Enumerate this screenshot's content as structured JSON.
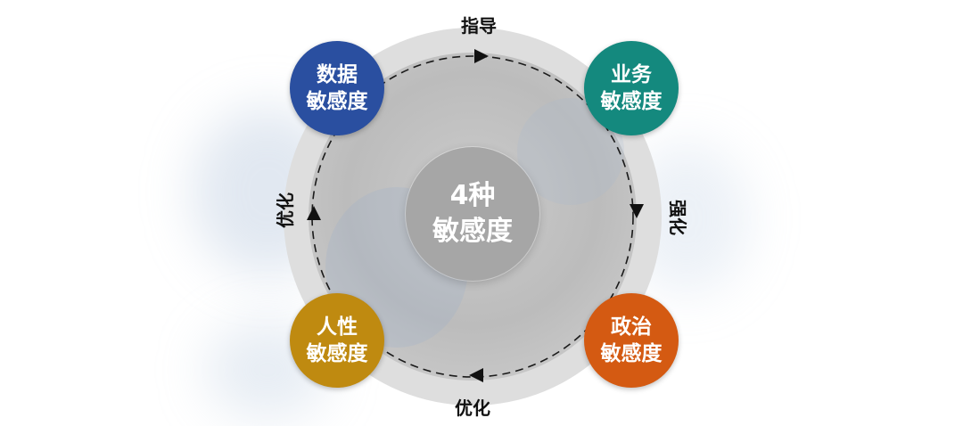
{
  "center": {
    "line1": "4种",
    "line2": "敏感度"
  },
  "nodes": {
    "data": {
      "line1": "数据",
      "line2": "敏感度",
      "color": "#2a4fa0"
    },
    "business": {
      "line1": "业务",
      "line2": "敏感度",
      "color": "#14897e"
    },
    "humanity": {
      "line1": "人性",
      "line2": "敏感度",
      "color": "#bf8a10"
    },
    "political": {
      "line1": "政治",
      "line2": "敏感度",
      "color": "#d45a12"
    }
  },
  "edges": {
    "top": "指导",
    "right": "强化",
    "bottom": "优化",
    "left": "优化"
  },
  "colors": {
    "outer_ring": "#dedede",
    "inner_disc": "#c0c0c0",
    "center": "#a6a6a6",
    "dash": "#1a1a1a"
  }
}
